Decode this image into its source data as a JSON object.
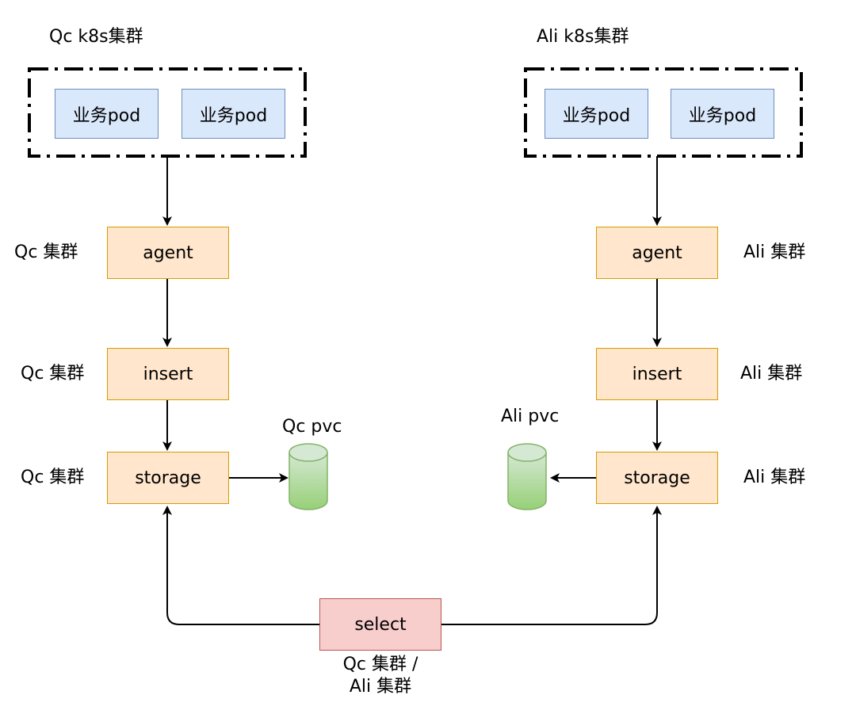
{
  "colors": {
    "pod_fill": "#dae8fc",
    "pod_stroke": "#6c8ebf",
    "component_fill": "#ffe6cc",
    "component_stroke": "#d79b00",
    "select_fill": "#f8cecc",
    "select_stroke": "#b85450",
    "pvc_fill_top": "#d5e8d4",
    "pvc_fill": "#97d077",
    "pvc_stroke": "#82b366"
  },
  "left": {
    "cluster_title": "Qc k8s集群",
    "pods": [
      "业务pod",
      "业务pod"
    ],
    "agent": {
      "label": "agent",
      "cluster": "Qc 集群"
    },
    "insert": {
      "label": "insert",
      "cluster": "Qc 集群"
    },
    "storage": {
      "label": "storage",
      "cluster": "Qc 集群"
    },
    "pvc": "Qc pvc"
  },
  "right": {
    "cluster_title": "Ali k8s集群",
    "pods": [
      "业务pod",
      "业务pod"
    ],
    "agent": {
      "label": "agent",
      "cluster": "Ali 集群"
    },
    "insert": {
      "label": "insert",
      "cluster": "Ali 集群"
    },
    "storage": {
      "label": "storage",
      "cluster": "Ali 集群"
    },
    "pvc": "Ali pvc"
  },
  "select": {
    "label": "select",
    "cluster_line1": "Qc 集群 /",
    "cluster_line2": "Ali 集群"
  }
}
